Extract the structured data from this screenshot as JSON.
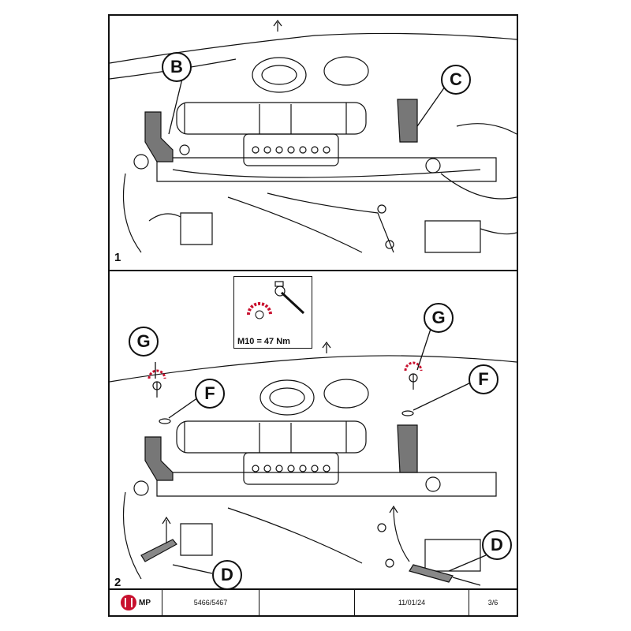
{
  "panels": [
    {
      "number": "1",
      "callouts": [
        "B",
        "C"
      ]
    },
    {
      "number": "2",
      "callouts": [
        "G",
        "G",
        "F",
        "F",
        "D",
        "D"
      ]
    }
  ],
  "inset": {
    "torque": "M10 = 47 Nm"
  },
  "footer": {
    "brand": "MP",
    "part_numbers": "5466/5467",
    "blank": "",
    "date": "11/01/24",
    "page": "3/6"
  },
  "colors": {
    "torque_arrow": "#c8102e",
    "line": "#111111",
    "logo": "#c8102e"
  }
}
